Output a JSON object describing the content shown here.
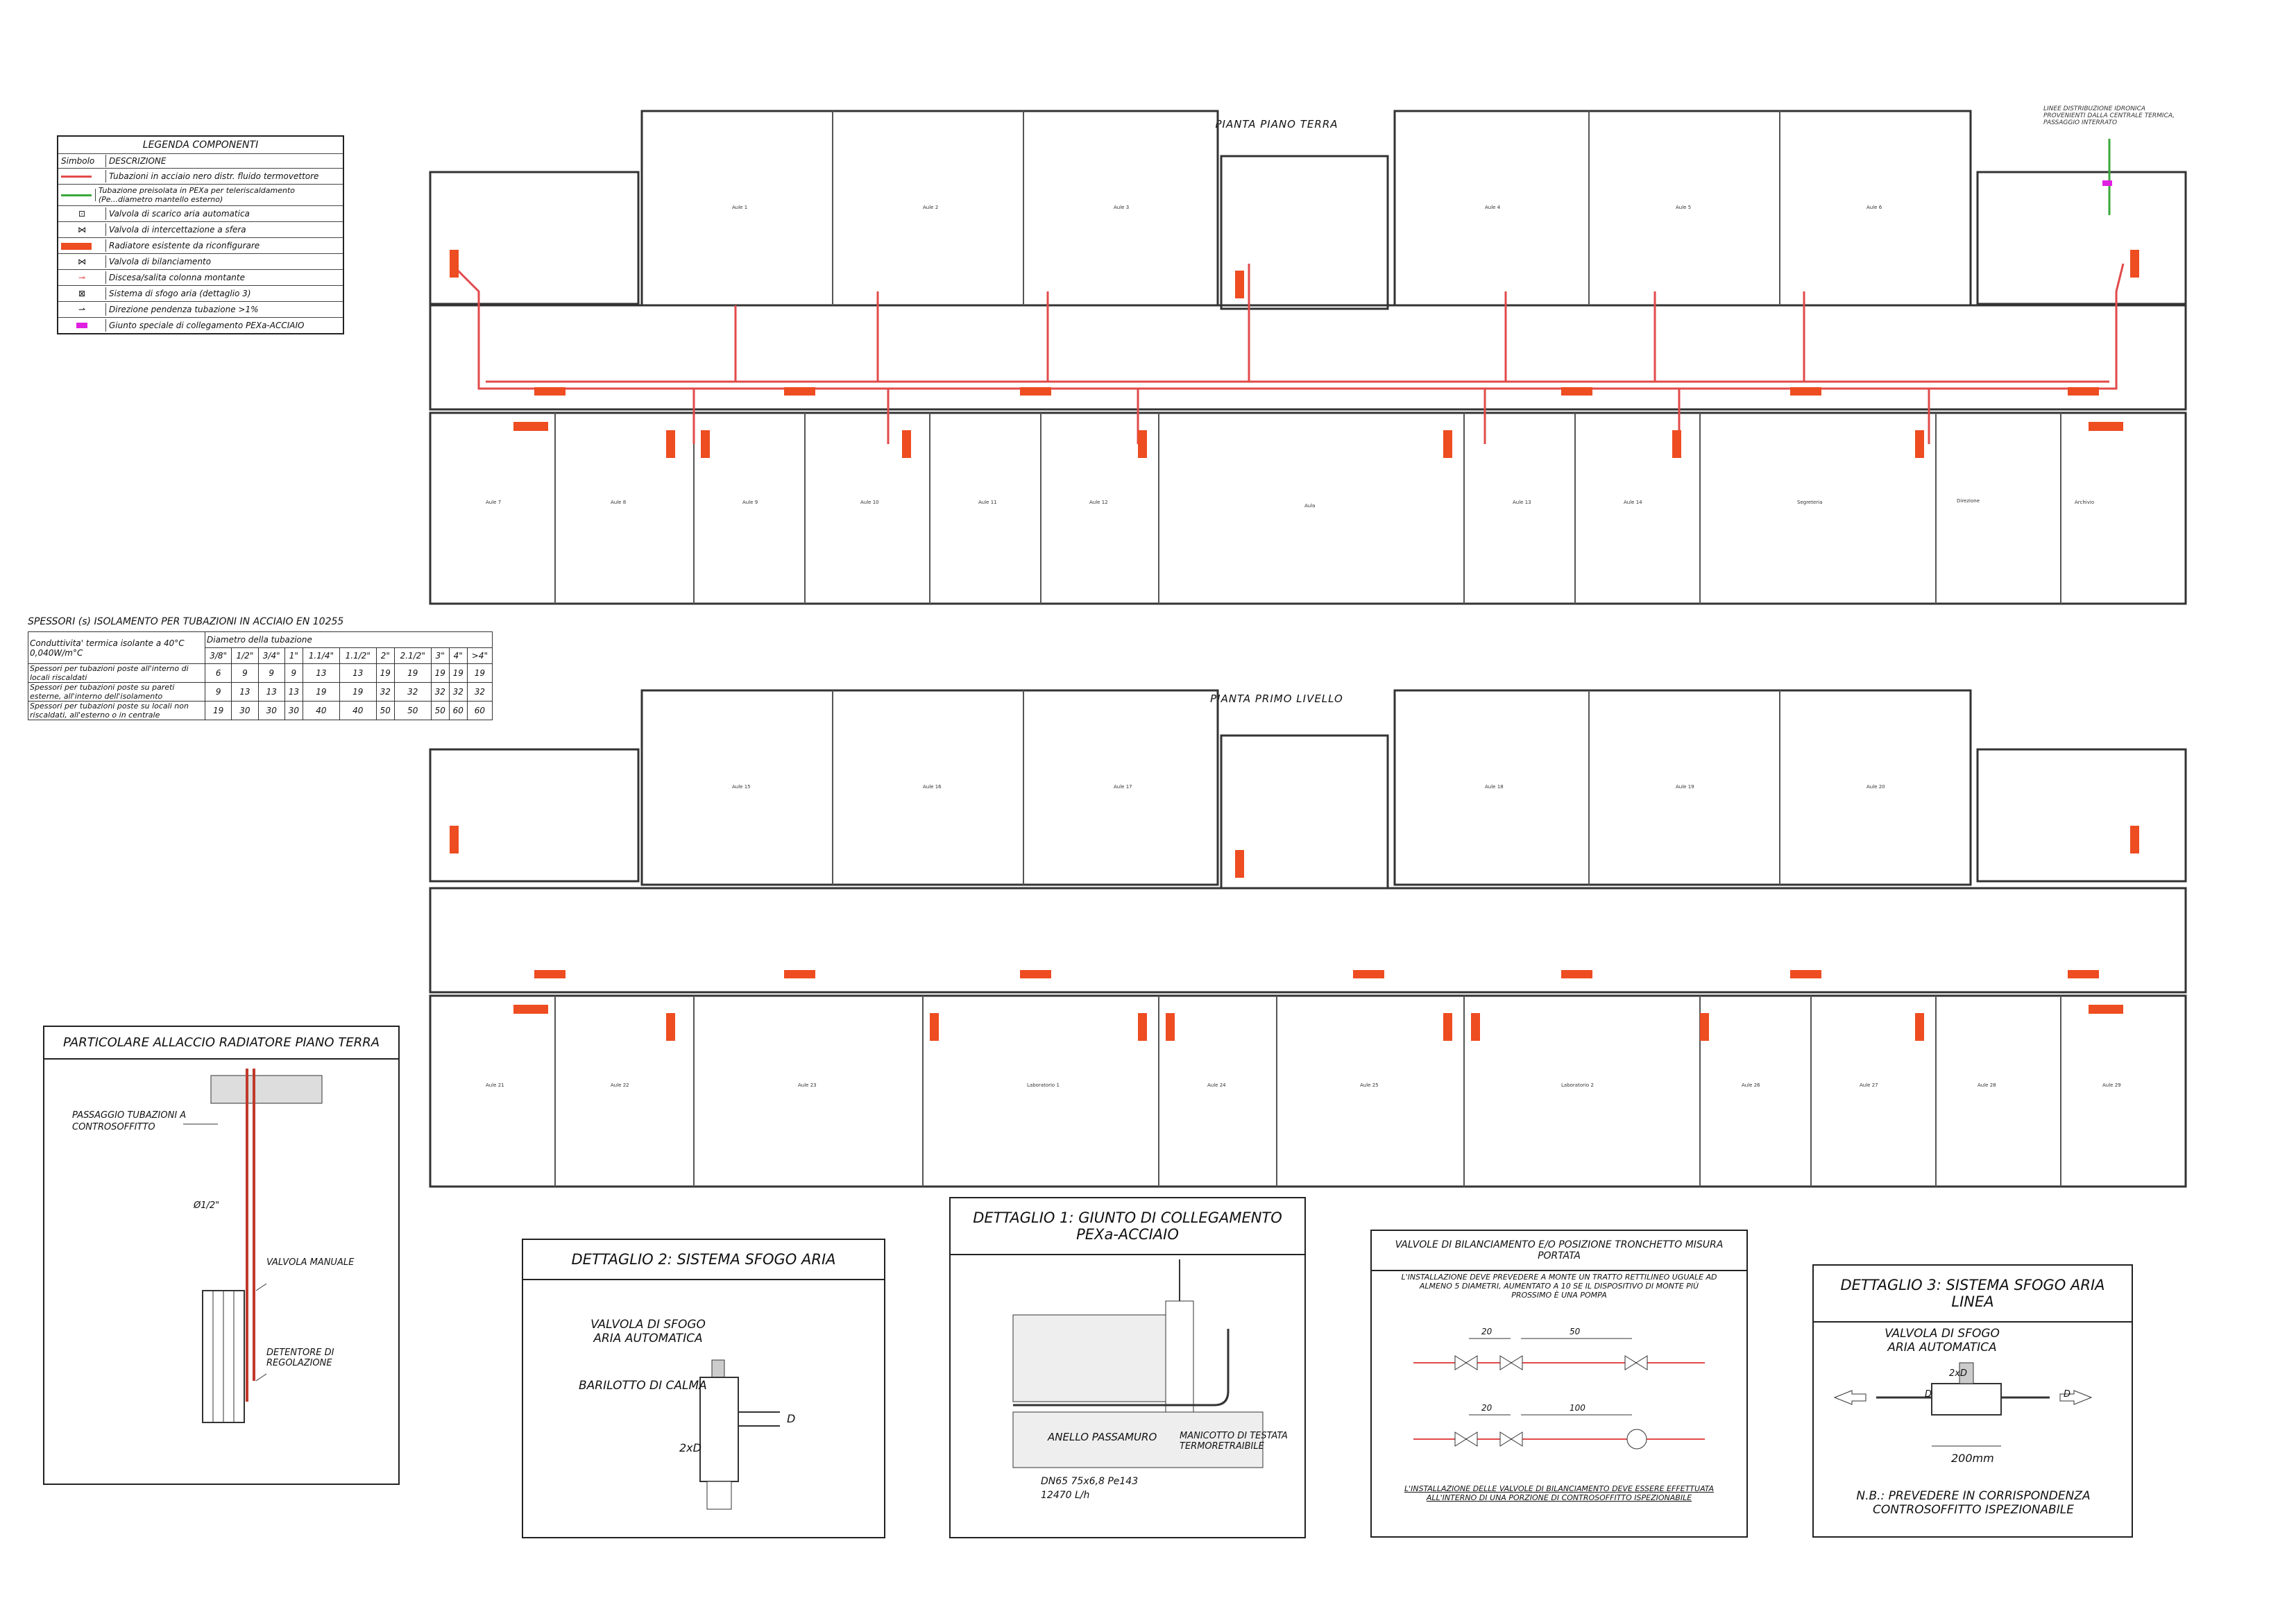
{
  "plans": {
    "ground_title": "PIANTA PIANO TERRA",
    "first_title": "PIANTA PRIMO LIVELLO",
    "ground_rooms_top": [
      "Aule 1",
      "Aule 2",
      "Aule 3",
      "Aule 4",
      "Aule 5",
      "Aule 6"
    ],
    "ground_rooms_bottom": [
      "Aule 7",
      "Aule 8",
      "Aule 9",
      "Aule 10",
      "Aule 11",
      "Aule 12",
      "Aula",
      "Aule 13",
      "Aule 14",
      "Segreteria",
      "Direzione",
      "Archivio"
    ],
    "first_rooms_top": [
      "Aule 15",
      "Aule 16",
      "Aule 17",
      "Aule 18",
      "Aule 19",
      "Aule 20"
    ],
    "first_rooms_bottom": [
      "Aule 21",
      "Aule 22",
      "Aule 23",
      "Laboratorio 1",
      "Aule 24",
      "Aule 25",
      "Laboratorio 2",
      "Aule 26",
      "Aule 27",
      "Aule 28",
      "Aule 29"
    ],
    "feed_note": "LINEE DISTRIBUZIONE IDRONICA PROVENIENTI DALLA CENTRALE TERMICA, PASSAGGIO INTERRATO"
  },
  "legend": {
    "title": "LEGENDA COMPONENTI",
    "col_symbol": "Simbolo",
    "col_desc": "DESCRIZIONE",
    "rows": [
      {
        "desc": "Tubazioni in acciaio nero distr. fluido termovettore",
        "color": "#e24a4a",
        "icon": "red-line"
      },
      {
        "desc": "Tubazione preisolata in PEXa per teleriscaldamento (Pe...diametro mantello esterno)",
        "color": "#3aa83a",
        "icon": "green-line"
      },
      {
        "desc": "Valvola di scarico aria automatica",
        "color": "#222",
        "icon": "air-valve"
      },
      {
        "desc": "Valvola di intercettazione a sfera",
        "color": "#222",
        "icon": "ball-valve"
      },
      {
        "desc": "Radiatore esistente da riconfigurare",
        "color": "#ee4c21",
        "icon": "radiator"
      },
      {
        "desc": "Valvola di bilanciamento",
        "color": "#222",
        "icon": "balance-valve"
      },
      {
        "desc": "Discesa/salita colonna montante",
        "color": "#e24a4a",
        "icon": "riser"
      },
      {
        "desc": "Sistema di sfogo aria (dettaglio 3)",
        "color": "#222",
        "icon": "vent"
      },
      {
        "desc": "Direzione pendenza tubazione >1%",
        "color": "#222",
        "icon": "slope"
      },
      {
        "desc": "Giunto speciale di collegamento PEXa-ACCIAIO",
        "color": "#e020e0",
        "icon": "joint"
      }
    ]
  },
  "insulation": {
    "title": "SPESSORI (s) ISOLAMENTO PER TUBAZIONI IN ACCIAIO EN 10255",
    "head_left": "Conduttivita' termica isolante a 40°C 0,040W/m°C",
    "head_right": "Diametro della tubazione",
    "diameters": [
      "3/8\"",
      "1/2\"",
      "3/4\"",
      "1\"",
      "1.1/4\"",
      "1.1/2\"",
      "2\"",
      "2.1/2\"",
      "3\"",
      "4\"",
      ">4\""
    ],
    "rows": [
      {
        "label": "Spessori per tubazioni poste all'interno di locali riscaldati",
        "values": [
          "6",
          "9",
          "9",
          "9",
          "13",
          "13",
          "19",
          "19",
          "19",
          "19",
          "19"
        ]
      },
      {
        "label": "Spessori per tubazioni poste su pareti esterne, all'interno dell'isolamento",
        "values": [
          "9",
          "13",
          "13",
          "13",
          "19",
          "19",
          "32",
          "32",
          "32",
          "32",
          "32"
        ]
      },
      {
        "label": "Spessori per tubazioni poste su locali non riscaldati, all'esterno o in centrale",
        "values": [
          "19",
          "30",
          "30",
          "30",
          "40",
          "40",
          "50",
          "50",
          "50",
          "60",
          "60"
        ]
      }
    ]
  },
  "detail_radiator": {
    "title": "PARTICOLARE ALLACCIO RADIATORE PIANO TERRA",
    "label_pass": "PASSAGGIO TUBAZIONI A CONTROSOFFITTO",
    "label_diam": "Ø1/2\"",
    "label_valve": "VALVOLA MANUALE",
    "label_detentore": "DETENTORE DI REGOLAZIONE"
  },
  "detail2": {
    "title": "DETTAGLIO 2: SISTEMA SFOGO ARIA",
    "valve": "VALVOLA DI SFOGO ARIA AUTOMATICA",
    "barilotto": "BARILOTTO DI CALMA",
    "d": "D",
    "two_d": "2xD"
  },
  "detail1": {
    "title": "DETTAGLIO 1: GIUNTO DI COLLEGAMENTO PEXa-ACCIAIO",
    "anello": "ANELLO PASSAMURO",
    "manicotto": "MANICOTTO DI TESTATA TERMORETRAIBILE",
    "spec": "DN65 75x6,8 Pe143",
    "flow": "12470 L/h"
  },
  "balancing": {
    "title": "VALVOLE DI BILANCIAMENTO E/O POSIZIONE TRONCHETTO MISURA PORTATA",
    "note_top": "L'INSTALLAZIONE DEVE PREVEDERE A MONTE UN TRATTO RETTILINEO UGUALE AD ALMENO 5 DIAMETRI, AUMENTATO A 10 SE IL DISPOSITIVO DI MONTE PIÙ PROSSIMO È UNA POMPA",
    "d20": "20",
    "d50": "50",
    "d100": "100",
    "note_bottom": "L'INSTALLAZIONE DELLE VALVOLE DI BILANCIAMENTO DEVE ESSERE EFFETTUATA ALL'INTERNO DI UNA PORZIONE DI CONTROSOFFITTO ISPEZIONABILE"
  },
  "detail3": {
    "title": "DETTAGLIO 3: SISTEMA SFOGO ARIA LINEA",
    "valve": "VALVOLA DI SFOGO ARIA AUTOMATICA",
    "two_d": "2xD",
    "d": "D",
    "length": "200mm",
    "note": "N.B.: PREVEDERE IN CORRISPONDENZA CONTROSOFFITTO ISPEZIONABILE"
  }
}
